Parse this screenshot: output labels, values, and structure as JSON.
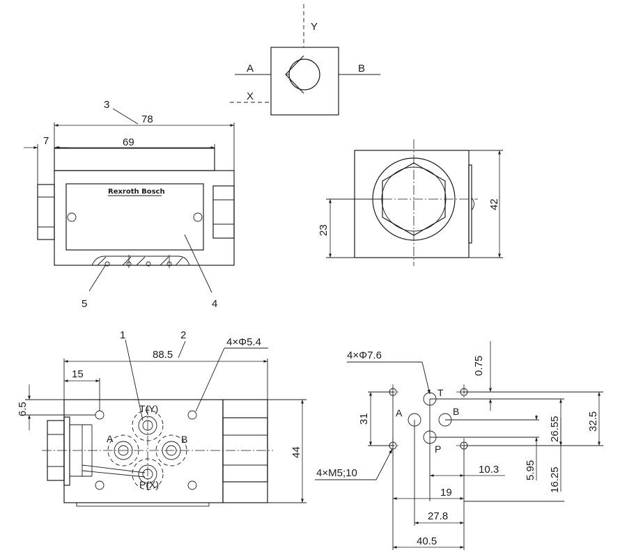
{
  "symbol": {
    "port_y": "Y",
    "port_a": "A",
    "port_b": "B",
    "port_x": "X"
  },
  "front_view": {
    "callout_3": "3",
    "callout_4": "4",
    "callout_5": "5",
    "dim_overall": "78",
    "dim_body": "69",
    "dim_offset": "7",
    "logo_text": "Rexroth Bosch"
  },
  "side_view": {
    "dim_height": "42",
    "dim_center": "23"
  },
  "bottom_view": {
    "callout_1": "1",
    "callout_2": "2",
    "dim_length": "88.5",
    "dim_15": "15",
    "dim_6_5": "6.5",
    "dim_44": "44",
    "holes_note": "4×Φ5.4",
    "port_t": "T(Y)",
    "port_a": "A",
    "port_b": "B",
    "port_p": "P(X)"
  },
  "pattern": {
    "port_holes_note": "4×Φ7.6",
    "thread_note": "4×M5;10",
    "port_t": "T",
    "port_a": "A",
    "port_b": "B",
    "port_p": "P",
    "dim_0_75": "0.75",
    "dim_31": "31",
    "dim_26_55": "26.55",
    "dim_32_5": "32.5",
    "dim_5_95": "5.95",
    "dim_16_25": "16.25",
    "dim_10_3": "10.3",
    "dim_19": "19",
    "dim_27_8": "27.8",
    "dim_40_5": "40.5"
  }
}
